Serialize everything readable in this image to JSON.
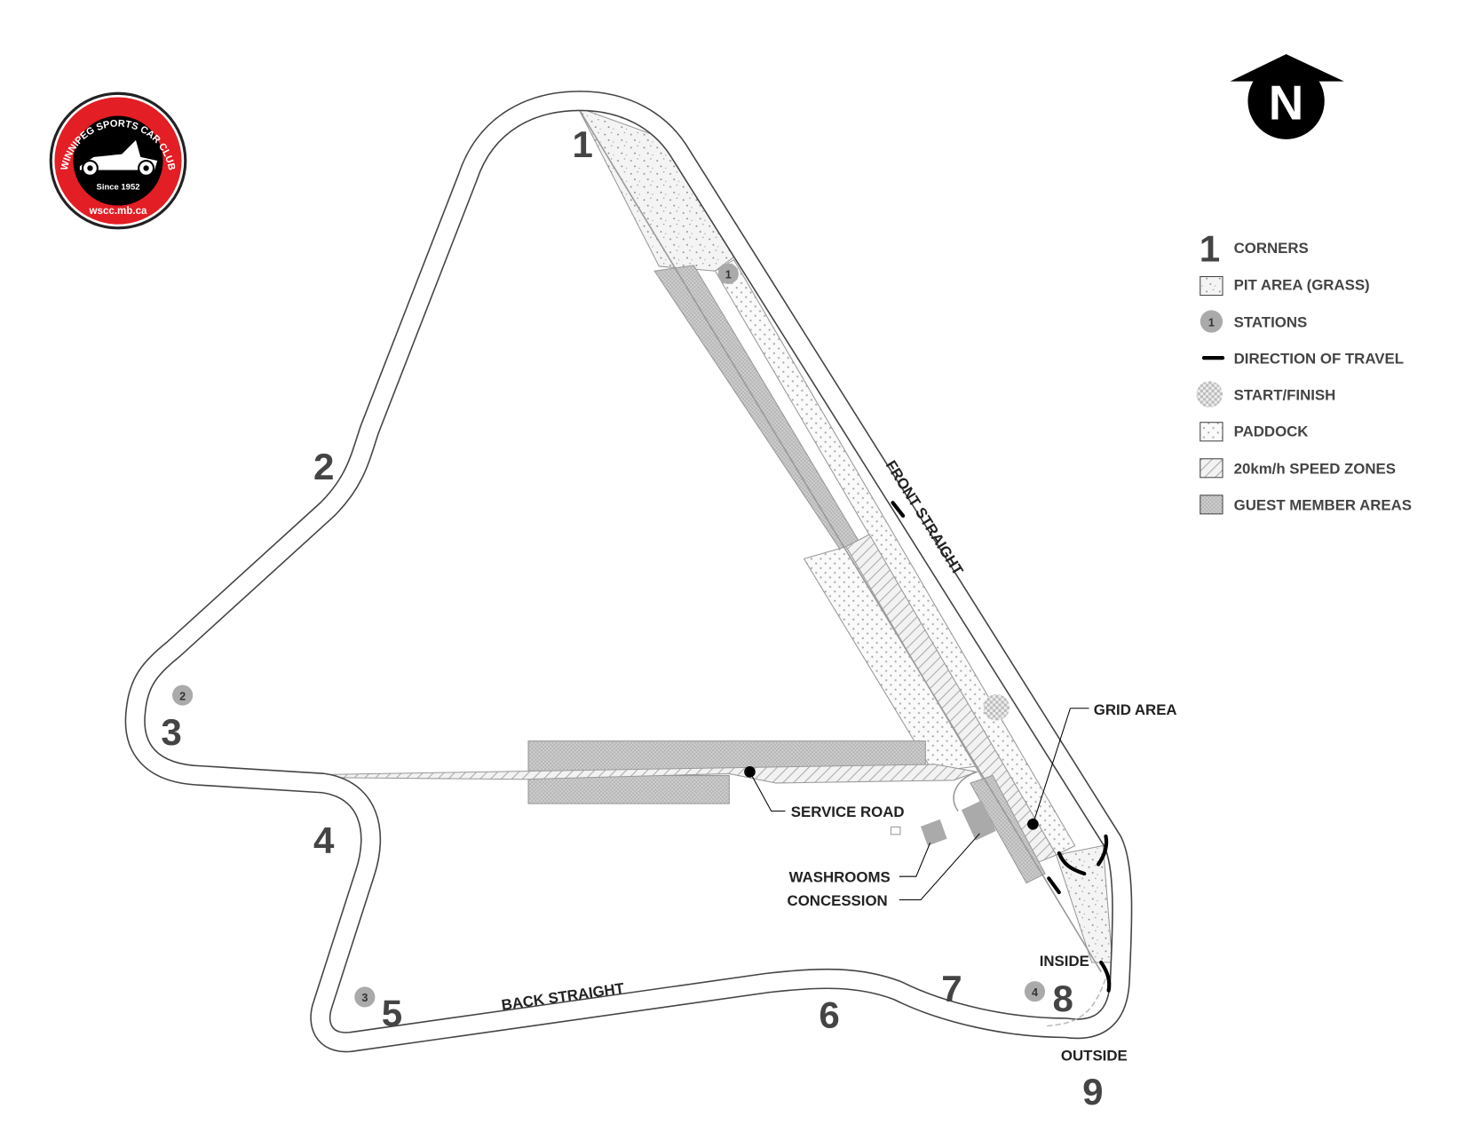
{
  "logo": {
    "ring_text": "WINNIPEG SPORTS CAR CLUB",
    "since": "Since 1952",
    "url": "wscc.mb.ca",
    "colors": {
      "red": "#e31e24",
      "black": "#000000"
    }
  },
  "north": {
    "letter": "N"
  },
  "corners": [
    "1",
    "2",
    "3",
    "4",
    "5",
    "6",
    "7",
    "8",
    "9"
  ],
  "stations": [
    "1",
    "2",
    "3",
    "4"
  ],
  "labels": {
    "front_straight": "FRONT STRAIGHT",
    "back_straight": "BACK STRAIGHT",
    "grid_area": "GRID AREA",
    "service_road": "SERVICE ROAD",
    "washrooms": "WASHROOMS",
    "concession": "CONCESSION",
    "inside": "INSIDE",
    "outside": "OUTSIDE"
  },
  "legend": [
    {
      "symbol": "1",
      "label": "CORNERS"
    },
    {
      "label": "PIT AREA (GRASS)"
    },
    {
      "symbol": "1",
      "label": "STATIONS"
    },
    {
      "label": "DIRECTION OF TRAVEL"
    },
    {
      "label": "START/FINISH"
    },
    {
      "label": "PADDOCK"
    },
    {
      "label": "20km/h SPEED ZONES"
    },
    {
      "label": "GUEST MEMBER AREAS"
    }
  ]
}
